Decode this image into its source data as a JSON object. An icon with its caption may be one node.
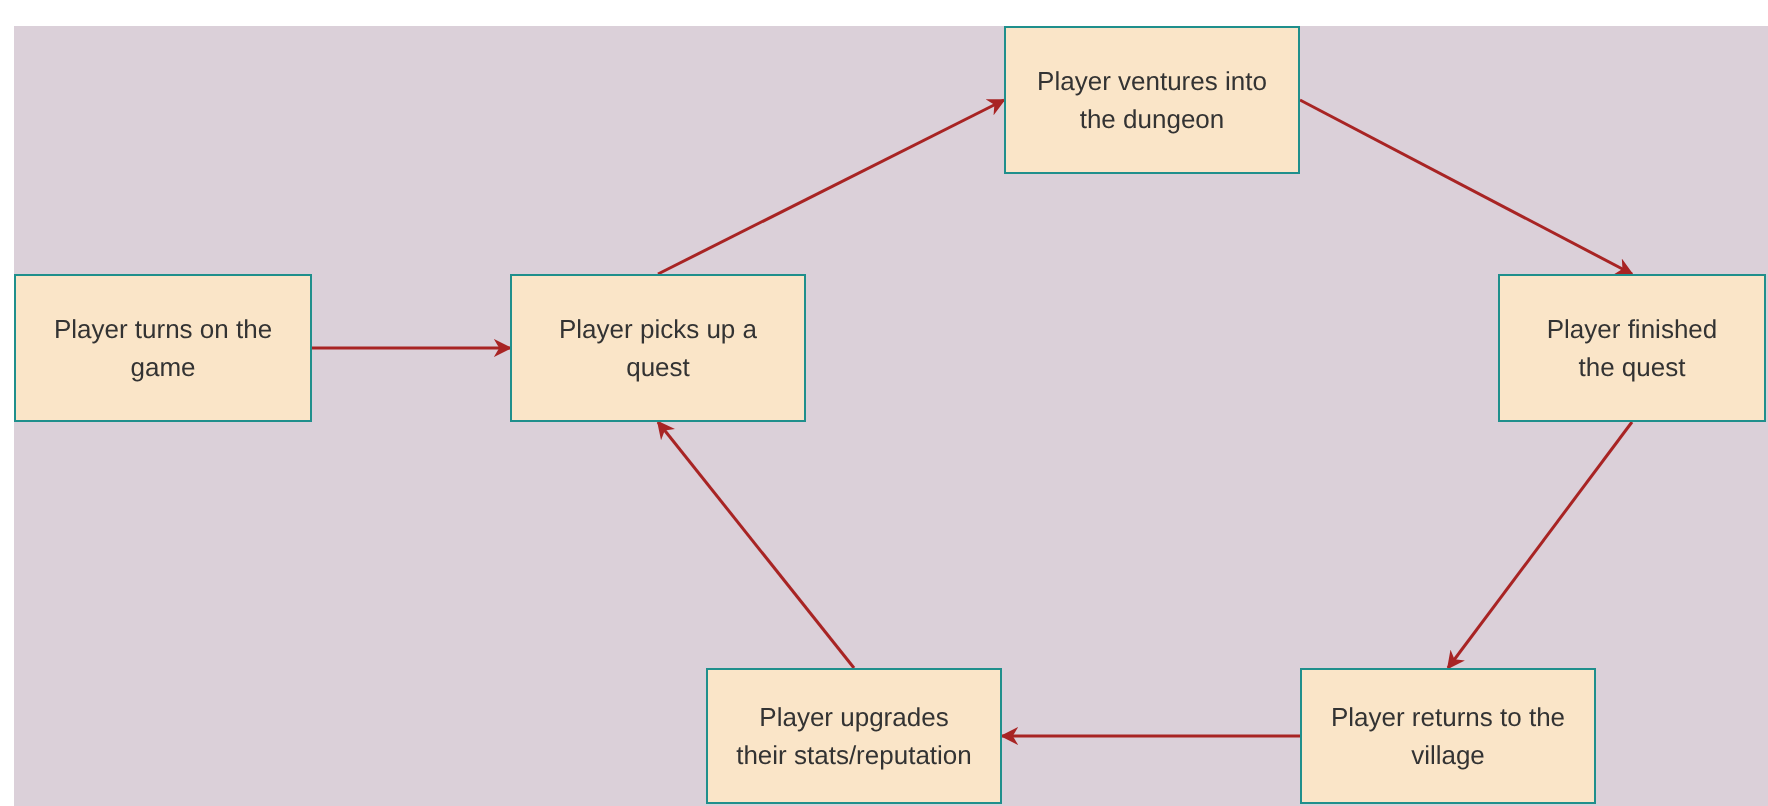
{
  "diagram": {
    "nodes": [
      {
        "text": [
          "Player turns on the game"
        ]
      },
      {
        "text": [
          "Player picks up a quest"
        ]
      },
      {
        "text": [
          "Player ventures into the dungeon"
        ]
      },
      {
        "text": [
          "Player finished the quest"
        ]
      },
      {
        "text": [
          "Player returns to the village"
        ]
      },
      {
        "text": [
          "Player upgrades their stats/reputation"
        ]
      }
    ],
    "edges": [
      {
        "from": 0,
        "to": 1,
        "arrow": "to"
      },
      {
        "from": 1,
        "to": 2,
        "arrow": "to"
      },
      {
        "from": 2,
        "to": 3,
        "arrow": "to"
      },
      {
        "from": 3,
        "to": 4,
        "arrow": "to"
      },
      {
        "from": 4,
        "to": 5,
        "arrow": "to"
      },
      {
        "from": 5,
        "to": 1,
        "arrow": "to"
      }
    ]
  }
}
